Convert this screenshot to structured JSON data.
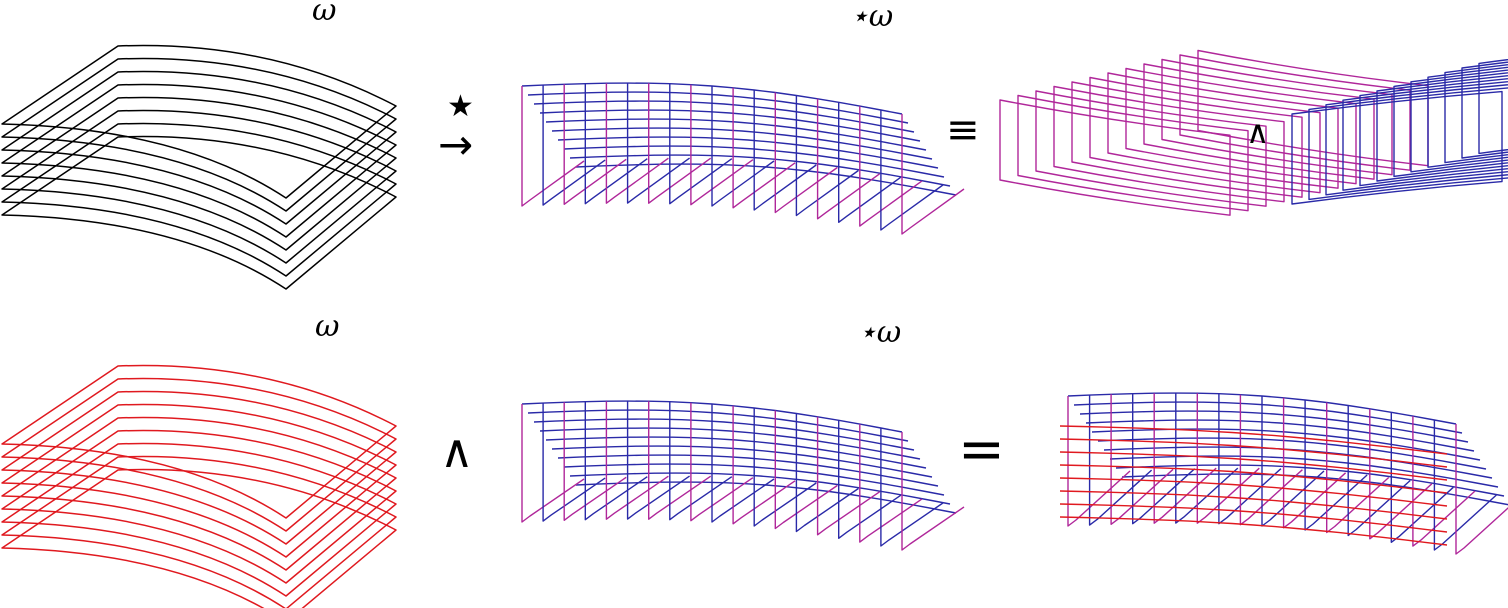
{
  "labels": {
    "omega_top": "ω",
    "star_omega_top": "⋆ω",
    "omega_bottom": "ω",
    "star_omega_bottom": "⋆ω"
  },
  "operators": {
    "hodge_star": "★",
    "maps_to": "→",
    "equiv": "≡",
    "wedge_small": "∧",
    "wedge_large": "∧",
    "equals": "="
  },
  "colors": {
    "black": "#000000",
    "red": "#e0191f",
    "magenta": "#b0279a",
    "blue": "#2a2aa8",
    "purple": "#7a2ba6"
  }
}
